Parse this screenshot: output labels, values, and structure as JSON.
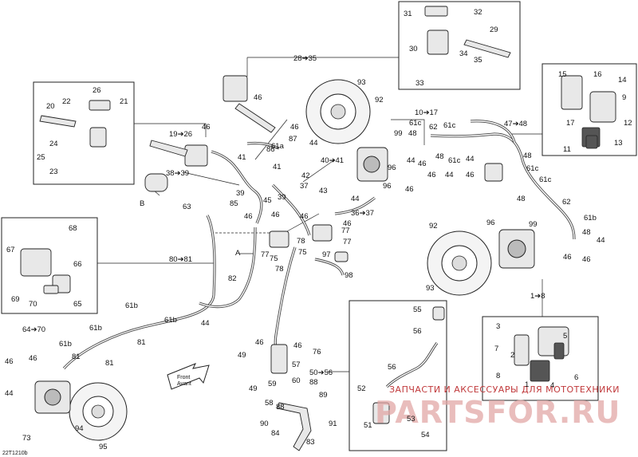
{
  "figure_id": "22T1210b",
  "watermark": {
    "line1": "ЗАПЧАСТИ И АКСЕССУАРЫ ДЛЯ МОТОТЕХНИКИ",
    "line2": "PARTSFOR.RU"
  },
  "front_arrow": {
    "line1": "Front",
    "line2": "Avant"
  },
  "callouts": {
    "c28_35": "28➔35",
    "c19_26": "19➔26",
    "c38_39": "38➔39",
    "c10_17": "10➔17",
    "c47_48": "47➔48",
    "c40_41": "40➔41",
    "c36_37": "36➔37",
    "c80_81": "80➔81",
    "c64_70": "64➔70",
    "c1_8": "1➔8",
    "c50_56": "50➔56",
    "A": "A",
    "B": "B",
    "n1": "1",
    "n2": "2",
    "n3": "3",
    "n4": "4",
    "n5": "5",
    "n6": "6",
    "n7": "7",
    "n8": "8",
    "n9": "9",
    "n11": "11",
    "n12": "12",
    "n13": "13",
    "n14": "14",
    "n15": "15",
    "n16": "16",
    "n17": "17",
    "n20": "20",
    "n21": "21",
    "n22": "22",
    "n23": "23",
    "n24": "24",
    "n25": "25",
    "n26": "26",
    "n29": "29",
    "n30": "30",
    "n31": "31",
    "n32": "32",
    "n33": "33",
    "n34": "34",
    "n35": "35",
    "n37": "37",
    "n39a": "39",
    "n39b": "39",
    "n41a": "41",
    "n41b": "41",
    "n42": "42",
    "n43": "43",
    "n44a": "44",
    "n44b": "44",
    "n44c": "44",
    "n44d": "44",
    "n44e": "44",
    "n44f": "44",
    "n44g": "44",
    "n45": "45",
    "n46a": "46",
    "n46b": "46",
    "n46c": "46",
    "n46d": "46",
    "n46e": "46",
    "n46f": "46",
    "n46g": "46",
    "n46h": "46",
    "n46i": "46",
    "n46j": "46",
    "n46k": "46",
    "n46l": "46",
    "n46m": "46",
    "n48a": "48",
    "n48b": "48",
    "n48c": "48",
    "n48d": "48",
    "n48e": "48",
    "n49a": "49",
    "n49b": "49",
    "n51": "51",
    "n52": "52",
    "n53": "53",
    "n54": "54",
    "n55": "55",
    "n56a": "56",
    "n56b": "56",
    "n57": "57",
    "n58": "58",
    "n59": "59",
    "n60": "60",
    "n61a": "61a",
    "n61b1": "61b",
    "n61b2": "61b",
    "n61b3": "61b",
    "n61b4": "61b",
    "n61c1": "61c",
    "n61c2": "61c",
    "n61c3": "61c",
    "n61c4": "61c",
    "n61c5": "61c",
    "n62a": "62",
    "n62b": "62",
    "n63": "63",
    "n65": "65",
    "n66": "66",
    "n67": "67",
    "n68": "68",
    "n69": "69",
    "n70": "70",
    "n73": "73",
    "n75a": "75",
    "n75b": "75",
    "n76": "76",
    "n77a": "77",
    "n77b": "77",
    "n77c": "77",
    "n78a": "78",
    "n78b": "78",
    "n81a": "81",
    "n81b": "81",
    "n82": "82",
    "n83": "83",
    "n84": "84",
    "n85": "85",
    "n86": "86",
    "n87": "87",
    "n88a": "88",
    "n88b": "88",
    "n89": "89",
    "n90": "90",
    "n91": "91",
    "n92a": "92",
    "n92b": "92",
    "n93a": "93",
    "n93b": "93",
    "n94": "94",
    "n95": "95",
    "n96a": "96",
    "n96b": "96",
    "n96c": "96",
    "n97": "97",
    "n98": "98",
    "n99a": "99",
    "n99b": "99"
  }
}
